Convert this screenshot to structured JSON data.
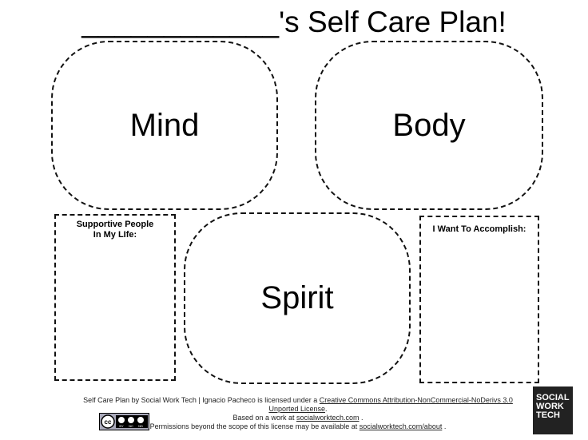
{
  "title": "____________'s Self Care Plan!",
  "sections": {
    "mind": "Mind",
    "body": "Body",
    "spirit": "Spirit"
  },
  "boxes": {
    "supportive_line1": "Supportive People",
    "supportive_line2": "In My LIfe:",
    "accomplish": "I Want To Accomplish:"
  },
  "footer": {
    "line1_prefix": "Self Care Plan by Social Work Tech | Ignacio Pacheco is licensed under a ",
    "license_link": "Creative Commons Attribution-NonCommercial-NoDerivs 3.0 Unported License",
    "line1_suffix": ".",
    "line2_prefix": "Based on a work at ",
    "site_link": "socialworktech.com",
    "line2_suffix": " .",
    "line3_prefix": "Permissions beyond the scope of this license may be available at ",
    "about_link": "socialworktech.com/about",
    "line3_suffix": " ."
  },
  "badge": {
    "cc": "cc",
    "by": "BY",
    "nc": "NC",
    "nd": "ND"
  },
  "logo": {
    "line1": "SOCIAL",
    "line2": "WORK",
    "line3": "TECH"
  },
  "colors": {
    "border": "#111111",
    "logo_bg": "#222222",
    "badge_bg": "#aaaabb"
  }
}
